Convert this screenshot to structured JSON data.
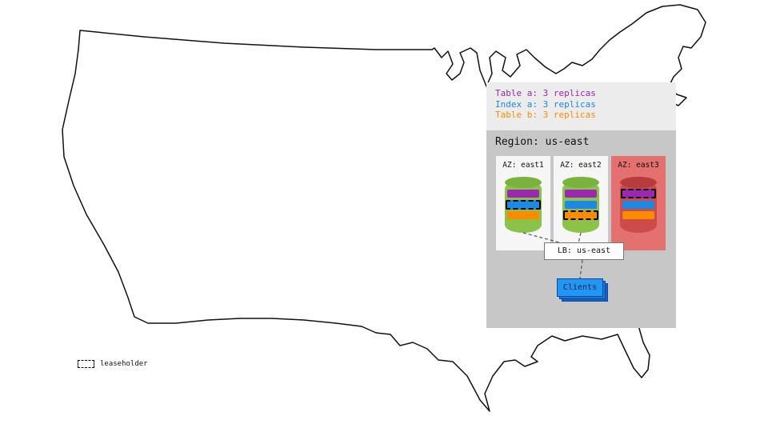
{
  "replica_legend": {
    "items": [
      {
        "label": "Table a: 3 replicas",
        "color": "#9c27b0"
      },
      {
        "label": "Index a: 3 replicas",
        "color": "#1e88e5"
      },
      {
        "label": "Table b: 3 replicas",
        "color": "#fb8c00"
      }
    ]
  },
  "region": {
    "title": "Region: us-east",
    "azs": [
      {
        "label": "AZ: east1",
        "down": false,
        "replicas": [
          {
            "name": "table-a",
            "color": "#9c27b0",
            "leaseholder": false
          },
          {
            "name": "index-a",
            "color": "#1e88e5",
            "leaseholder": true
          },
          {
            "name": "table-b",
            "color": "#fb8c00",
            "leaseholder": false
          }
        ]
      },
      {
        "label": "AZ: east2",
        "down": false,
        "replicas": [
          {
            "name": "table-a",
            "color": "#9c27b0",
            "leaseholder": false
          },
          {
            "name": "index-a",
            "color": "#1e88e5",
            "leaseholder": false
          },
          {
            "name": "table-b",
            "color": "#fb8c00",
            "leaseholder": true
          }
        ]
      },
      {
        "label": "AZ: east3",
        "down": true,
        "replicas": [
          {
            "name": "table-a",
            "color": "#9c27b0",
            "leaseholder": true
          },
          {
            "name": "index-a",
            "color": "#1e88e5",
            "leaseholder": false
          },
          {
            "name": "table-b",
            "color": "#fb8c00",
            "leaseholder": false
          }
        ]
      }
    ]
  },
  "load_balancer": {
    "label": "LB: us-east"
  },
  "clients": {
    "label": "Clients"
  },
  "map_legend": {
    "leaseholder_label": "leaseholder"
  },
  "colors": {
    "az_down_bg": "#e57070",
    "cylinder": "#8bc34a",
    "cylinder_down": "#cc4b4b",
    "clients_box": "#2196f3",
    "legend_panel": "#ececec",
    "region_panel": "#c7c7c7"
  }
}
